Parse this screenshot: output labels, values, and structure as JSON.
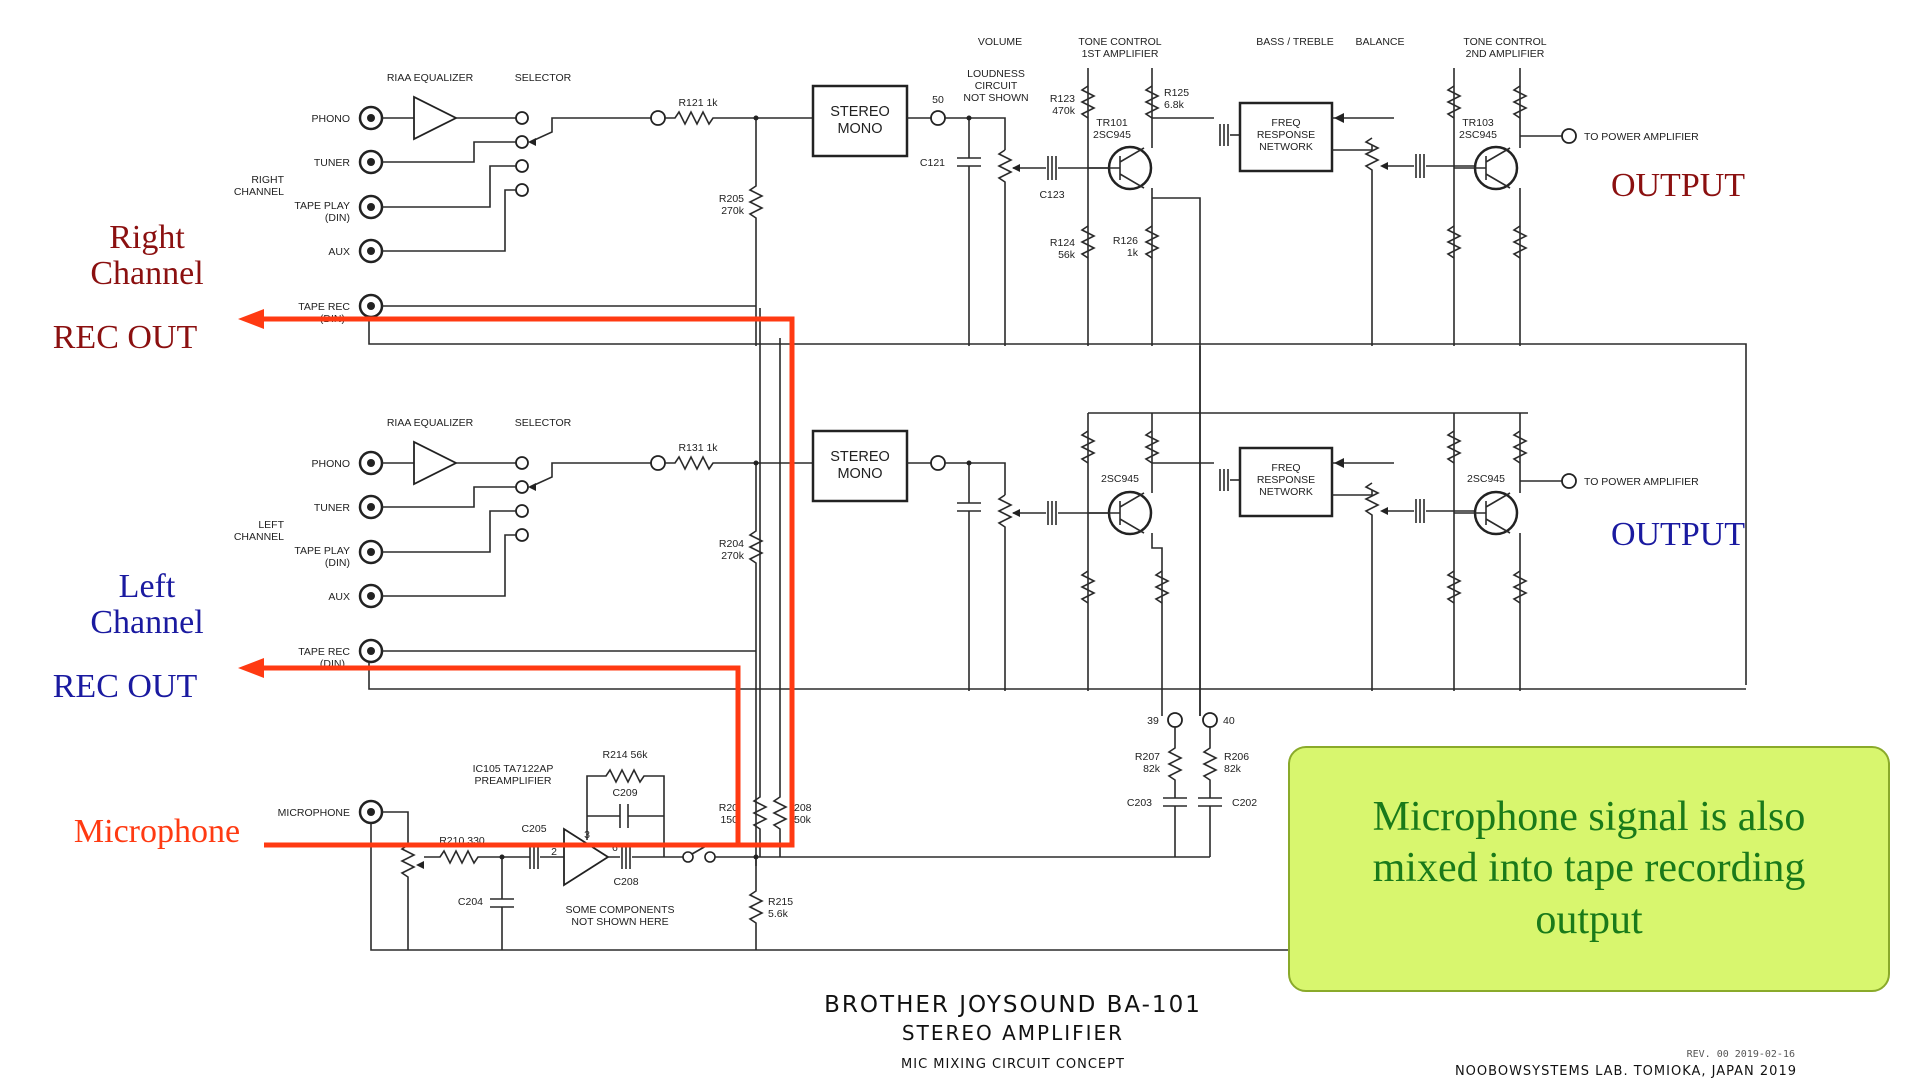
{
  "colors": {
    "right": "#8b1010",
    "left": "#1a1aa0",
    "mic": "#ff3a12",
    "wire": "#2b2b2b",
    "callout_bg": "#d8f66e",
    "callout_text": "#1a7a1a"
  },
  "header": {
    "volume": "VOLUME",
    "tone_control_1": [
      "TONE CONTROL",
      "1ST AMPLIFIER"
    ],
    "bass_treble": "BASS / TREBLE",
    "balance": "BALANCE",
    "tone_control_2": [
      "TONE CONTROL",
      "2ND AMPLIFIER"
    ],
    "loudness": [
      "LOUDNESS",
      "CIRCUIT",
      "NOT SHOWN"
    ]
  },
  "blocks": {
    "riaa": "RIAA EQUALIZER",
    "selector": "SELECTOR",
    "stereo_mono": [
      "STEREO",
      "MONO"
    ],
    "freq_network": [
      "FREQ",
      "RESPONSE",
      "NETWORK"
    ],
    "to_power_amp": "TO POWER AMPLIFIER"
  },
  "inputs": {
    "phono": "PHONO",
    "tuner": "TUNER",
    "tape_play": [
      "TAPE PLAY",
      "(DIN)"
    ],
    "aux": "AUX",
    "tape_rec": [
      "TAPE REC",
      "(DIN)"
    ],
    "right_channel": [
      "RIGHT",
      "CHANNEL"
    ],
    "left_channel": [
      "LEFT",
      "CHANNEL"
    ],
    "microphone": "MICROPHONE"
  },
  "components": {
    "r121": "R121 1k",
    "r131": "R131 1k",
    "r205": [
      "R205",
      "270k"
    ],
    "r204": [
      "R204",
      "270k"
    ],
    "node50": "50",
    "c121": "C121",
    "c123": "C123",
    "r123": [
      "R123",
      "470k"
    ],
    "r125": [
      "R125",
      "6.8k"
    ],
    "r124": [
      "R124",
      "56k"
    ],
    "r126": [
      "R126",
      "1k"
    ],
    "tr101": [
      "TR101",
      "2SC945"
    ],
    "tr103": [
      "TR103",
      "2SC945"
    ],
    "q_left1": "2SC945",
    "q_left2": "2SC945",
    "node39": "39",
    "node40": "40",
    "r207": [
      "R207",
      "82k"
    ],
    "r206": [
      "R206",
      "82k"
    ],
    "c203": "C203",
    "c202": "C202",
    "ic105": [
      "IC105 TA7122AP",
      "PREAMPLIFIER"
    ],
    "r214": "R214 56k",
    "c209": "C209",
    "c205": "C205",
    "r210": "R210 330",
    "c204": "C204",
    "c208": "C208",
    "r215": [
      "R215",
      "5.6k"
    ],
    "r20x": [
      "R20",
      "150"
    ],
    "r208": [
      "208",
      "50k"
    ],
    "pin2": "2",
    "pin3": "3",
    "pin6": "6",
    "note": [
      "SOME COMPONENTS",
      "NOT SHOWN HERE"
    ]
  },
  "annotations": {
    "right_channel": [
      "Right",
      "Channel"
    ],
    "right_rec_out": "REC OUT",
    "left_channel": [
      "Left",
      "Channel"
    ],
    "left_rec_out": "REC OUT",
    "microphone": "Microphone",
    "output_right": "OUTPUT",
    "output_left": "OUTPUT"
  },
  "callout": {
    "text": "Microphone signal is also mixed into tape recording output"
  },
  "footer": {
    "title": "BROTHER JOYSOUND BA-101",
    "subtitle": "STEREO AMPLIFIER",
    "concept": "MIC MIXING CIRCUIT CONCEPT",
    "rev": "REV. 00  2019-02-16",
    "credit": "NOOBOWSYSTEMS LAB. TOMIOKA, JAPAN 2019"
  }
}
